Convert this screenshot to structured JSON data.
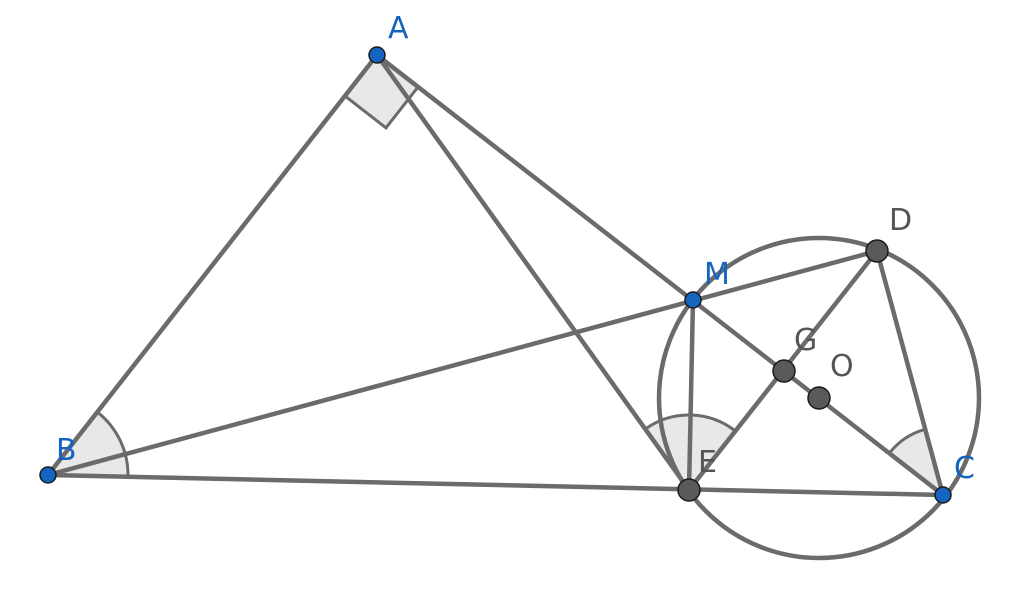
{
  "diagram": {
    "colors": {
      "line": "#6b6b6b",
      "angle_fill": "#e4e4e4",
      "free_point": "#1565c0",
      "free_label": "#1565c0",
      "dependent_point": "#5a5a5a",
      "dependent_label": "#555555"
    },
    "points": [
      {
        "id": "A",
        "label": "A",
        "kind": "free"
      },
      {
        "id": "B",
        "label": "B",
        "kind": "free"
      },
      {
        "id": "C",
        "label": "C",
        "kind": "free"
      },
      {
        "id": "M",
        "label": "M",
        "kind": "free"
      },
      {
        "id": "D",
        "label": "D",
        "kind": "dependent"
      },
      {
        "id": "E",
        "label": "E",
        "kind": "dependent"
      },
      {
        "id": "G",
        "label": "G",
        "kind": "dependent"
      },
      {
        "id": "O",
        "label": "O",
        "kind": "dependent"
      }
    ],
    "segments": [
      [
        "A",
        "B"
      ],
      [
        "A",
        "C"
      ],
      [
        "B",
        "C"
      ],
      [
        "A",
        "E"
      ],
      [
        "B",
        "D"
      ],
      [
        "M",
        "E"
      ],
      [
        "E",
        "D"
      ],
      [
        "D",
        "C"
      ]
    ],
    "circle": {
      "center": "O",
      "through": [
        "M",
        "D",
        "E",
        "C"
      ]
    },
    "right_angle_at": "A",
    "marked_angles": [
      "B",
      "E",
      "C"
    ]
  }
}
